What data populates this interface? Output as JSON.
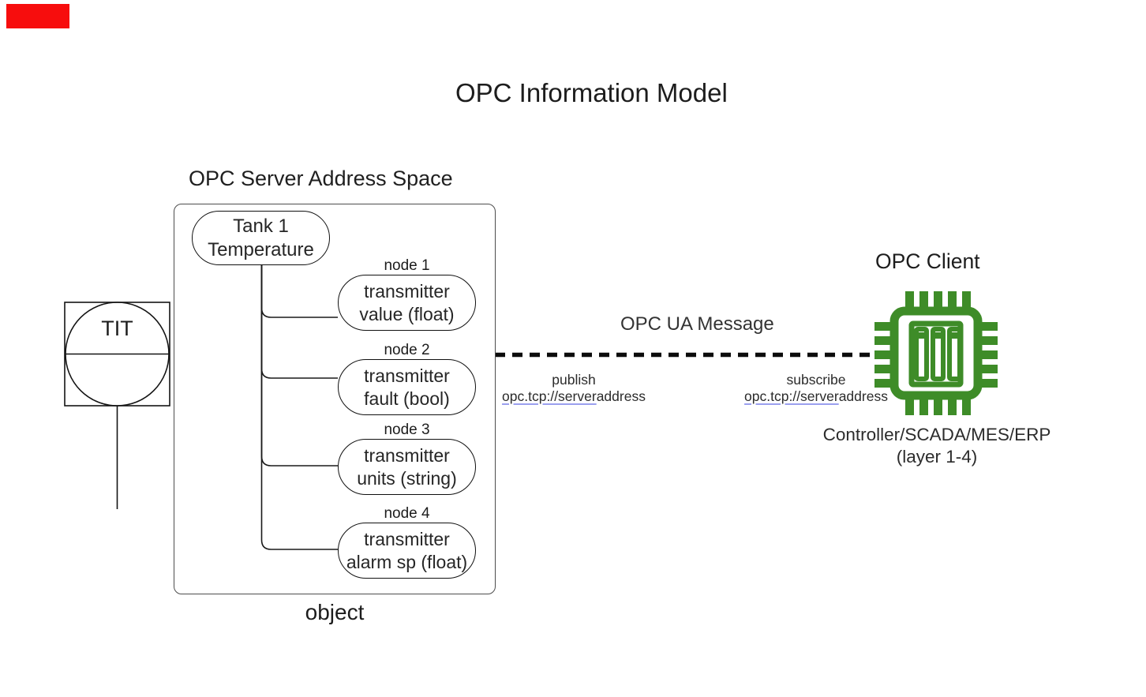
{
  "title": "OPC Information Model",
  "server": {
    "label": "OPC Server Address Space",
    "object_label": "object",
    "root_node": {
      "line1": "Tank 1",
      "line2": "Temperature"
    },
    "nodes": [
      {
        "tag": "node 1",
        "line1": "transmitter",
        "line2": "value (float)"
      },
      {
        "tag": "node 2",
        "line1": "transmitter",
        "line2": "fault (bool)"
      },
      {
        "tag": "node 3",
        "line1": "transmitter",
        "line2": "units (string)"
      },
      {
        "tag": "node 4",
        "line1": "transmitter",
        "line2": "alarm sp (float)"
      }
    ]
  },
  "instrument": {
    "label": "TIT"
  },
  "message": {
    "label": "OPC UA Message",
    "publish": {
      "action": "publish",
      "url_main": "opc.tcp://server",
      "url_tail": "address"
    },
    "subscribe": {
      "action": "subscribe",
      "url_main": "opc.tcp://server",
      "url_tail": "address"
    }
  },
  "client": {
    "label": "OPC Client",
    "caption_line1": "Controller/SCADA/MES/ERP",
    "caption_line2": "(layer 1-4)"
  },
  "colors": {
    "marker": "#f70d0d",
    "chip": "#3e8c28",
    "link_underline": "#9ba0ef",
    "line": "#1a1a1a",
    "box_border": "#4d4d4d"
  }
}
